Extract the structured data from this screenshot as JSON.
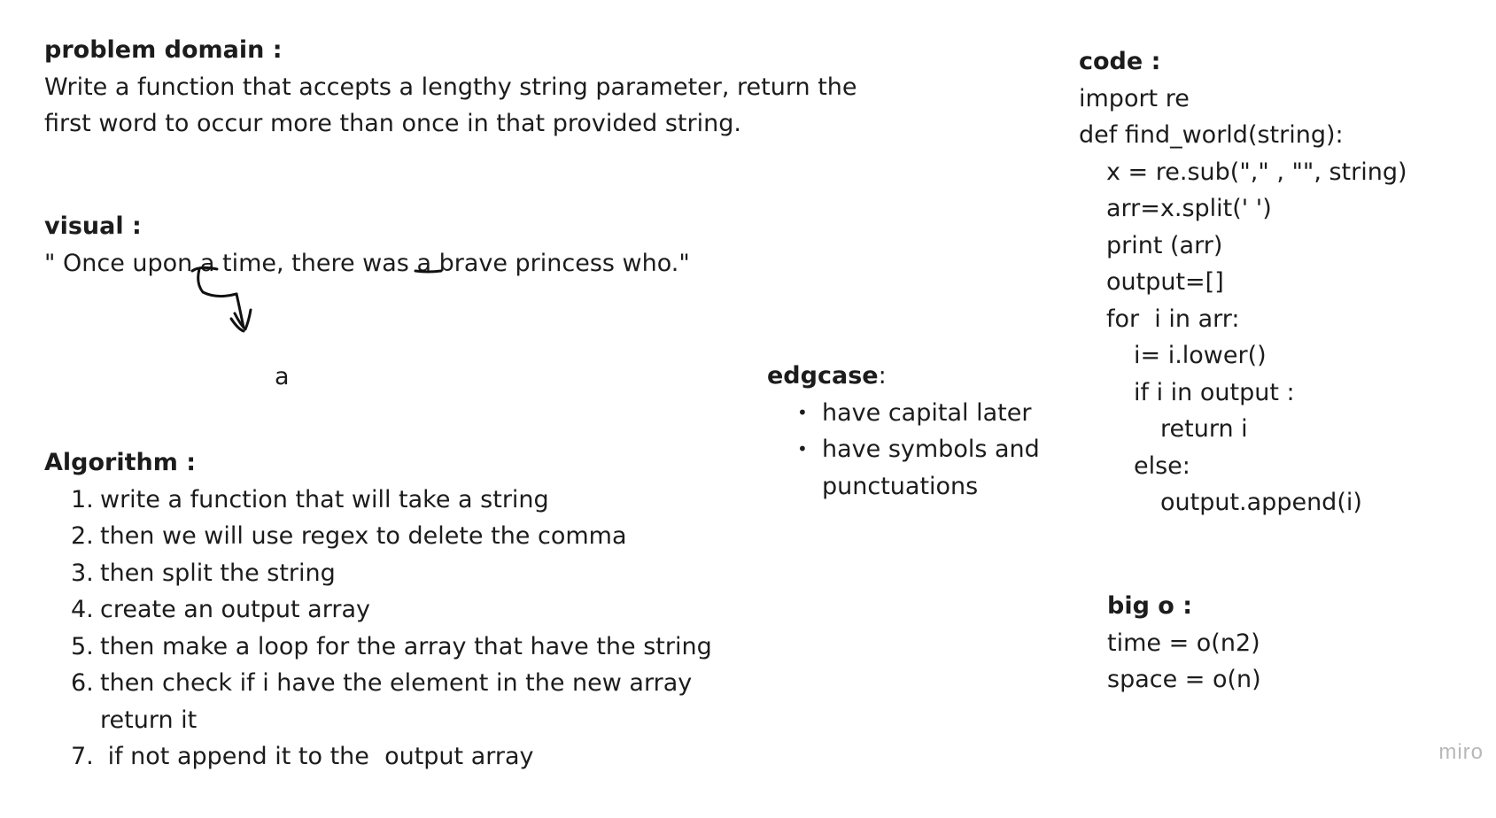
{
  "problem": {
    "heading": "problem domain :",
    "lines": [
      "Write a function that accepts a lengthy string parameter, return the",
      "first word to occur more than once in that provided string."
    ]
  },
  "visual": {
    "heading": "visual :",
    "sentence": "\" Once upon a time, there was a brave princess who.\"",
    "answer": "a"
  },
  "algorithm": {
    "heading": "Algorithm :",
    "steps": [
      {
        "num": "1.",
        "lines": [
          "write a function that will  take a string"
        ]
      },
      {
        "num": "2.",
        "lines": [
          "then we will use regex to delete the comma"
        ]
      },
      {
        "num": "3.",
        "lines": [
          "then split the string"
        ]
      },
      {
        "num": "4.",
        "lines": [
          "create  an output array"
        ]
      },
      {
        "num": "5.",
        "lines": [
          "then make a loop for the array that have the string"
        ]
      },
      {
        "num": "6.",
        "lines": [
          "then check if i have the element  in the new array",
          "return it"
        ]
      },
      {
        "num": "7.",
        "lines": [
          " if not append it to the  output array"
        ]
      }
    ]
  },
  "edgecase": {
    "heading": "edgcase",
    "colon": ":",
    "items": [
      [
        "have capital later"
      ],
      [
        "have symbols and",
        "punctuations"
      ]
    ]
  },
  "code": {
    "heading": "code :",
    "lines": [
      "import re",
      "def find_world(string):",
      "x = re.sub(\",\" , \"\", string)",
      "arr=x.split(' ')",
      "print (arr)",
      "output=[]",
      "for  i in arr:",
      "i= i.lower()",
      "if i in output :",
      "return i",
      "else:",
      "output.append(i)"
    ]
  },
  "bigo": {
    "heading": "big o :",
    "lines": [
      "time = o(n2)",
      "space = o(n)"
    ]
  },
  "brand": "miro"
}
